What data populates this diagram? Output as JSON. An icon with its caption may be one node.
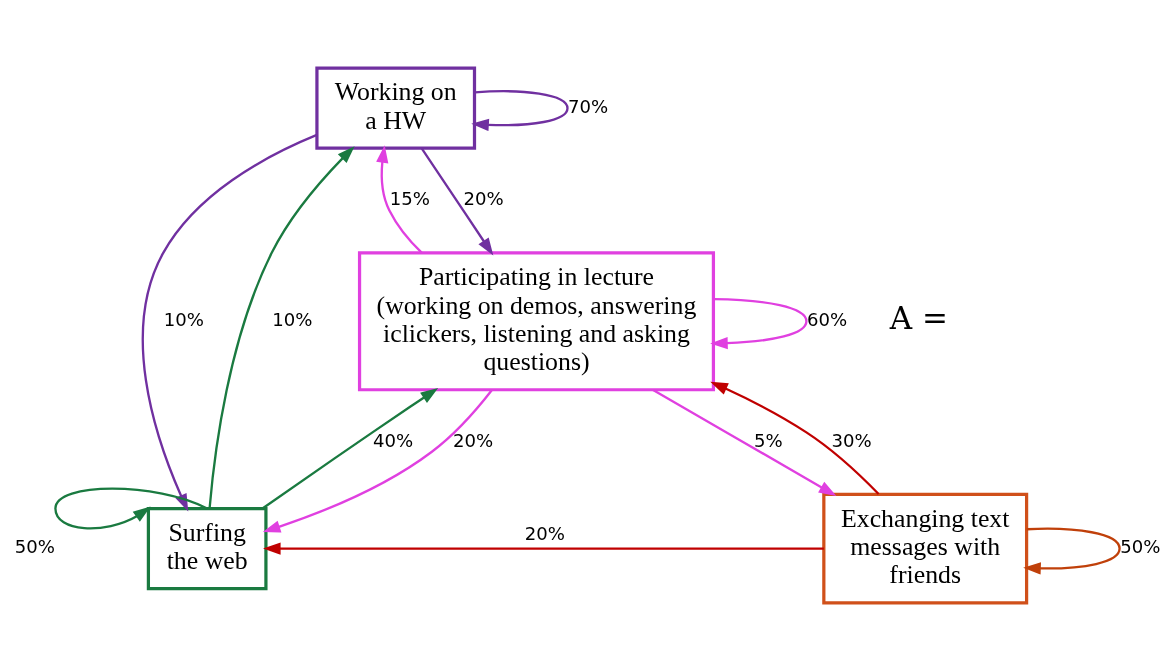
{
  "diagram": {
    "nodes": [
      {
        "text": [
          "Working on a HW"
        ]
      },
      {
        "text": [
          "Participating in lecture (working on demos, answering iclickers, listening and asking questions)"
        ]
      },
      {
        "text": [
          "Surfing the web"
        ]
      },
      {
        "text": [
          "Exchanging text messages with friends"
        ]
      }
    ],
    "edges": [
      {
        "from": 0,
        "to": 0,
        "arrow": "to",
        "label": "70%",
        "color": "#7030a0"
      },
      {
        "from": 0,
        "to": 1,
        "arrow": "to",
        "label": "20%",
        "color": "#7030a0"
      },
      {
        "from": 1,
        "to": 0,
        "arrow": "to",
        "label": "15%"
      },
      {
        "from": 1,
        "to": 1,
        "arrow": "to",
        "label": "60%"
      },
      {
        "from": 2,
        "to": 0,
        "arrow": "to",
        "label": "10%",
        "color": "#1a7a40"
      },
      {
        "from": 0,
        "to": 2,
        "arrow": "to",
        "label": "10%",
        "color": "#7030a0"
      },
      {
        "from": 2,
        "to": 2,
        "arrow": "to",
        "label": "50%",
        "color": "#1a7a40"
      },
      {
        "from": 2,
        "to": 1,
        "arrow": "to",
        "label": "40%",
        "color": "#1a7a40"
      },
      {
        "from": 1,
        "to": 2,
        "arrow": "to",
        "label": "20%"
      },
      {
        "from": 1,
        "to": 3,
        "arrow": "to",
        "label": "5%"
      },
      {
        "from": 3,
        "to": 1,
        "arrow": "to",
        "label": "30%",
        "color": "#c00000"
      },
      {
        "from": 3,
        "to": 3,
        "arrow": "to",
        "label": "50%",
        "color": "#c0400a"
      },
      {
        "from": 3,
        "to": 2,
        "arrow": "to",
        "label": "20%",
        "color": "#c00000"
      }
    ],
    "labels": [
      "A ="
    ]
  }
}
